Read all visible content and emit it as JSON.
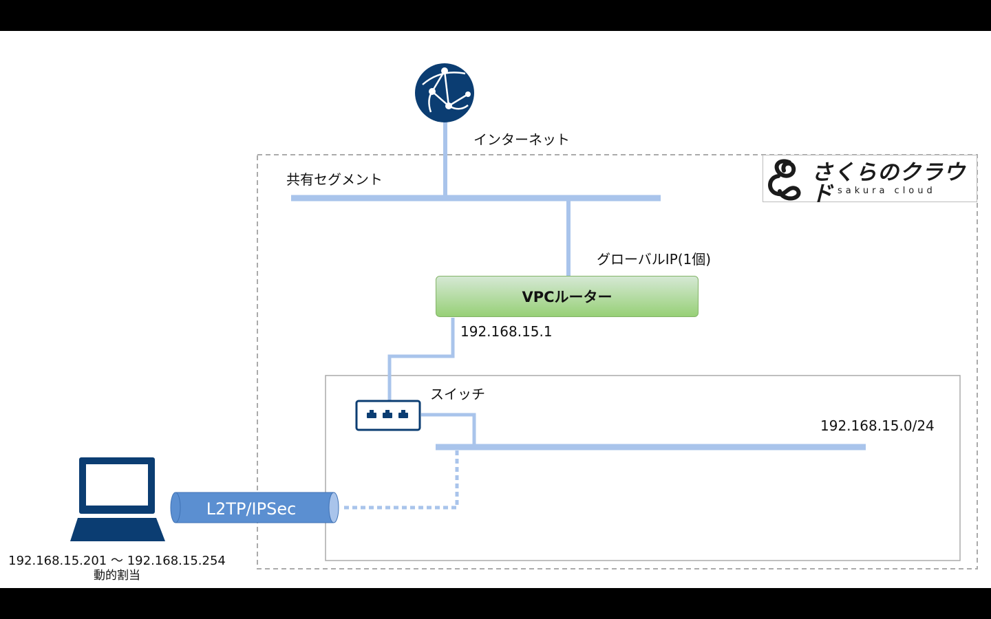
{
  "labels": {
    "internet": "インターネット",
    "shared_segment": "共有セグメント",
    "global_ip": "グローバルIP(1個)",
    "vpc_router": "VPCルーター",
    "router_ip": "192.168.15.1",
    "switch": "スイッチ",
    "subnet": "192.168.15.0/24",
    "tunnel": "L2TP/IPSec",
    "client_range": "192.168.15.201 〜 192.168.15.254",
    "client_assign": "動的割当"
  },
  "logo": {
    "text_jp": "さくらのクラウド",
    "text_en": "sakura cloud"
  },
  "icons": {
    "internet": "globe-network-icon",
    "switch": "network-switch-icon",
    "client": "laptop-icon",
    "logo": "sakura-cloud-logo"
  },
  "colors": {
    "line": "#a9c4eb",
    "icon": "#0b3d72",
    "router_fill_top": "#d5e8d4",
    "router_fill_bottom": "#97d077",
    "router_border": "#82b366",
    "tunnel": "#5b8fd1",
    "dashed_border": "#aaaaaa"
  }
}
